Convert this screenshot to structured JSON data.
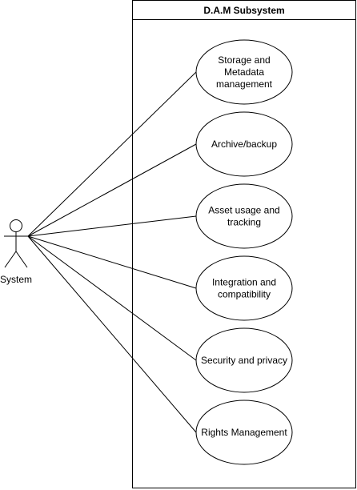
{
  "subsystem": {
    "title": "D.A.M Subsystem"
  },
  "actor": {
    "name": "System"
  },
  "use_cases": [
    {
      "label_lines": [
        "Storage and",
        "Metadata",
        "management"
      ]
    },
    {
      "label_lines": [
        "Archive/backup"
      ]
    },
    {
      "label_lines": [
        "Asset usage and",
        "tracking"
      ]
    },
    {
      "label_lines": [
        "Integration and",
        "compatibility"
      ]
    },
    {
      "label_lines": [
        "Security and privacy"
      ]
    },
    {
      "label_lines": [
        "Rights Management"
      ]
    }
  ],
  "colors": {
    "stroke": "#000000",
    "fill": "#ffffff",
    "text": "#000000"
  }
}
